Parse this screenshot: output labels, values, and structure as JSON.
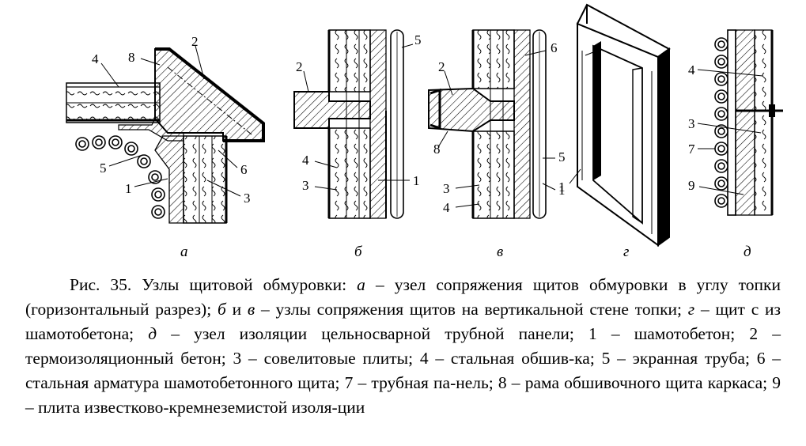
{
  "figure": {
    "panels": [
      {
        "id": "a",
        "letter": "а",
        "labels": {
          "l1": "1",
          "l2": "2",
          "l3": "3",
          "l4": "4",
          "l5": "5",
          "l6": "6",
          "l8": "8"
        }
      },
      {
        "id": "b",
        "letter": "б",
        "labels": {
          "l1": "1",
          "l2": "2",
          "l3": "3",
          "l4": "4",
          "l5": "5"
        }
      },
      {
        "id": "v",
        "letter": "в",
        "labels": {
          "l1": "1",
          "l2": "2",
          "l3": "3",
          "l4": "4",
          "l5": "5",
          "l6": "6",
          "l8": "8"
        }
      },
      {
        "id": "g",
        "letter": "г",
        "labels": {
          "l1": "1"
        }
      },
      {
        "id": "d",
        "letter": "д",
        "labels": {
          "l3": "3",
          "l4": "4",
          "l7": "7",
          "l9": "9"
        }
      }
    ]
  },
  "caption": {
    "prefix": "Рис. 35. Узлы щитовой обмуровки: ",
    "a_letter": "а",
    "a_text": " – узел сопряжения щитов обмуровки в углу топки (горизонтальный  разрез); ",
    "b_letter": "б",
    "and": " и ",
    "v_letter": "в",
    "bv_text": " – узлы сопряжения щитов на вертикальной стене топки; ",
    "g_letter": "г",
    "g_text": " – щит с из шамотобетона; ",
    "d_letter": "д",
    "d_text": " – узел изоляции цельносварной трубной панели; 1 – шамотобетон; 2 – термоизоляционный бетон; 3 – совелитовые плиты; 4 – стальная обшив-ка; 5 – экранная труба; 6 – стальная  арматура шамотобетонного щита; 7 – трубная па-нель; 8 – рама обшивочного  щита каркаса; 9 – плита известково-кремнеземистой изоля-ции"
  }
}
